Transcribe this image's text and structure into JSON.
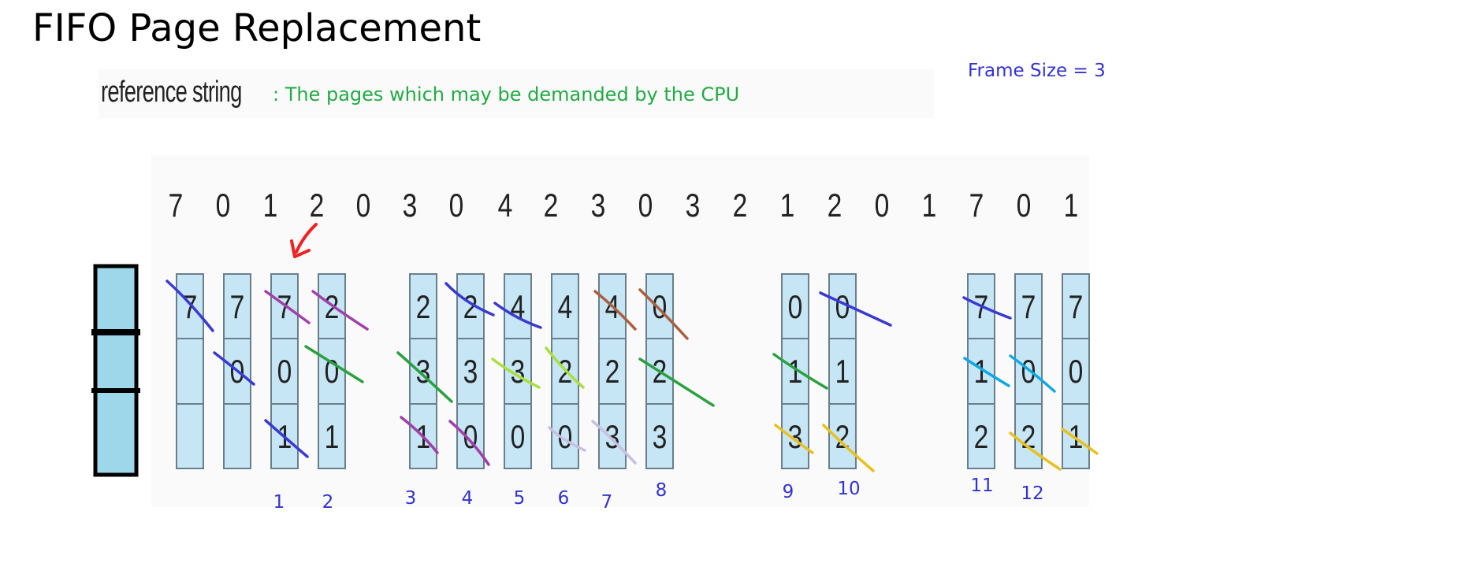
{
  "title": "FIFO Page Replacement",
  "reference": {
    "term": "reference string",
    "definition": ": The pages which may be demanded by the CPU"
  },
  "frame_size_label": "Frame Size = 3",
  "reference_string": [
    "7",
    "0",
    "1",
    "2",
    "0",
    "3",
    "0",
    "4",
    "2",
    "3",
    "0",
    "3",
    "2",
    "1",
    "2",
    "0",
    "1",
    "7",
    "0",
    "1"
  ],
  "frame_states": [
    [
      "7",
      "",
      ""
    ],
    [
      "7",
      "0",
      ""
    ],
    [
      "7",
      "0",
      "1"
    ],
    [
      "2",
      "0",
      "1"
    ],
    [
      "2",
      "3",
      "1"
    ],
    [
      "2",
      "3",
      "0"
    ],
    [
      "4",
      "3",
      "0"
    ],
    [
      "4",
      "2",
      "0"
    ],
    [
      "4",
      "2",
      "3"
    ],
    [
      "0",
      "2",
      "3"
    ],
    [
      "0",
      "1",
      "3"
    ],
    [
      "0",
      "1",
      "2"
    ],
    [
      "7",
      "1",
      "2"
    ],
    [
      "7",
      "0",
      "2"
    ],
    [
      "7",
      "0",
      "1"
    ]
  ],
  "fault_numbers": [
    "1",
    "2",
    "3",
    "4",
    "5",
    "6",
    "7",
    "8",
    "9",
    "10",
    "11",
    "12"
  ],
  "colors": {
    "frame_fill": "#c6e6f5",
    "frame_stroke": "#6a7f8c",
    "memory_fill": "#9fd7ea",
    "text_blue": "#3333cc",
    "text_green": "#22aa44",
    "arrow_red": "#ee2222"
  }
}
